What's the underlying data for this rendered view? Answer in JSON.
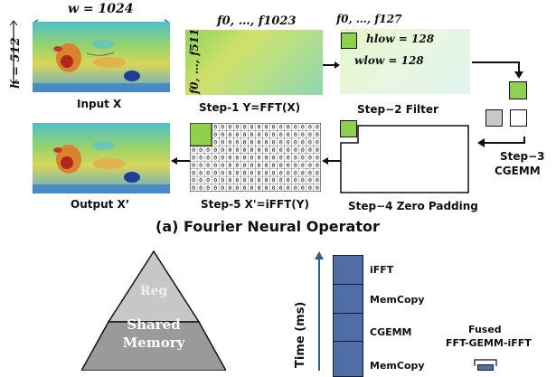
{
  "width_label": "w = 1024",
  "height_label": "h = 512",
  "freq_cols_label": "f0, …, f1023",
  "freq_rows_label": "f0, …, f511",
  "low_cols_label": "f0, …, f127",
  "h_low_label": "hlow = 128",
  "w_low_label": "wlow = 128",
  "steps": {
    "input": "Input X",
    "step1": "Step-1 Y=FFT(X)",
    "step2": "Step−2 Filter",
    "step3_a": "Step−3",
    "step3_b": "CGEMM",
    "step4": "Step−4 Zero Padding",
    "step5": "Step-5 X'=iFFT(Y)",
    "output": "Output X’"
  },
  "grid_cell_value": "0",
  "caption_a": "(a) Fourier Neural Operator",
  "pyramid": {
    "reg": "Reg",
    "shared_a": "Shared",
    "shared_b": "Memory"
  },
  "timeline": {
    "axis_label": "Time (ms)",
    "segments": [
      "iFFT",
      "MemCopy",
      "CGEMM",
      "MemCopy"
    ],
    "fused_a": "Fused",
    "fused_b": "FFT-GEMM-iFFT"
  },
  "colors": {
    "green": "#8fd14f",
    "gray": "#c8c8c8",
    "bar": "#4f6ea6",
    "axis": "#2e5e91"
  }
}
